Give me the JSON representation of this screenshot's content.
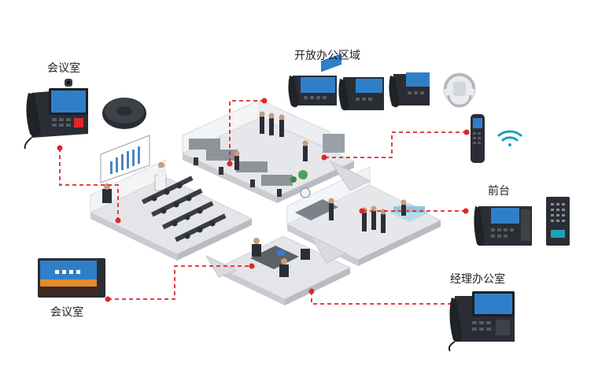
{
  "labels": {
    "meeting_room_top": "会议室",
    "open_office": "开放办公区域",
    "front_desk": "前台",
    "meeting_room_bottom": "会议室",
    "manager_office": "经理办公室"
  },
  "colors": {
    "connector": "#e0262a",
    "device_dark": "#2a2d33",
    "screen_blue": "#2f7fc8",
    "floor": "#e6e7ea",
    "floor_side": "#c9cbd0",
    "wifi": "#1aa3b8"
  },
  "icons": [
    "desk-phone-icon",
    "conference-speaker-icon",
    "dect-handset-icon",
    "wifi-icon",
    "door-intercom-icon",
    "video-panel-icon",
    "dect-base-icon"
  ]
}
